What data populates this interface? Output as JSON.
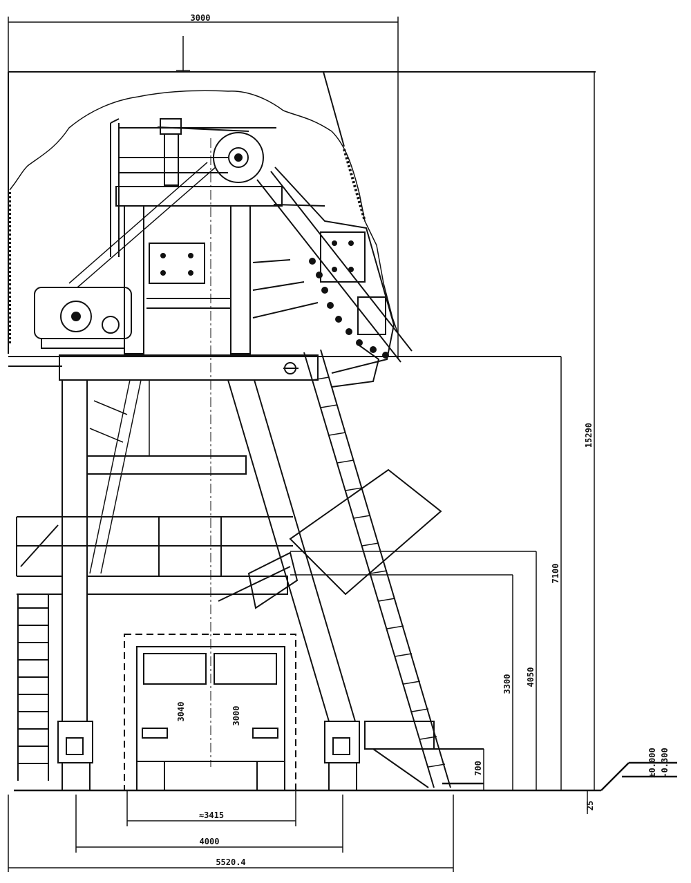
{
  "colors": {
    "ink": "#111111",
    "paper": "#ffffff"
  },
  "dimensions": {
    "top_width": "3000",
    "total_height": "15290",
    "upper_height": "7100",
    "mid_height": "4050",
    "low_height": "3300",
    "bucket_height": "700",
    "truck_height_left": "3040",
    "truck_height_right": "3000",
    "truck_width": "≈3415",
    "leg_span": "4000",
    "overall_base": "5520.4",
    "ground_level": "±0.000",
    "ground_level_right": "-0.300",
    "ground_level_small": "25"
  }
}
